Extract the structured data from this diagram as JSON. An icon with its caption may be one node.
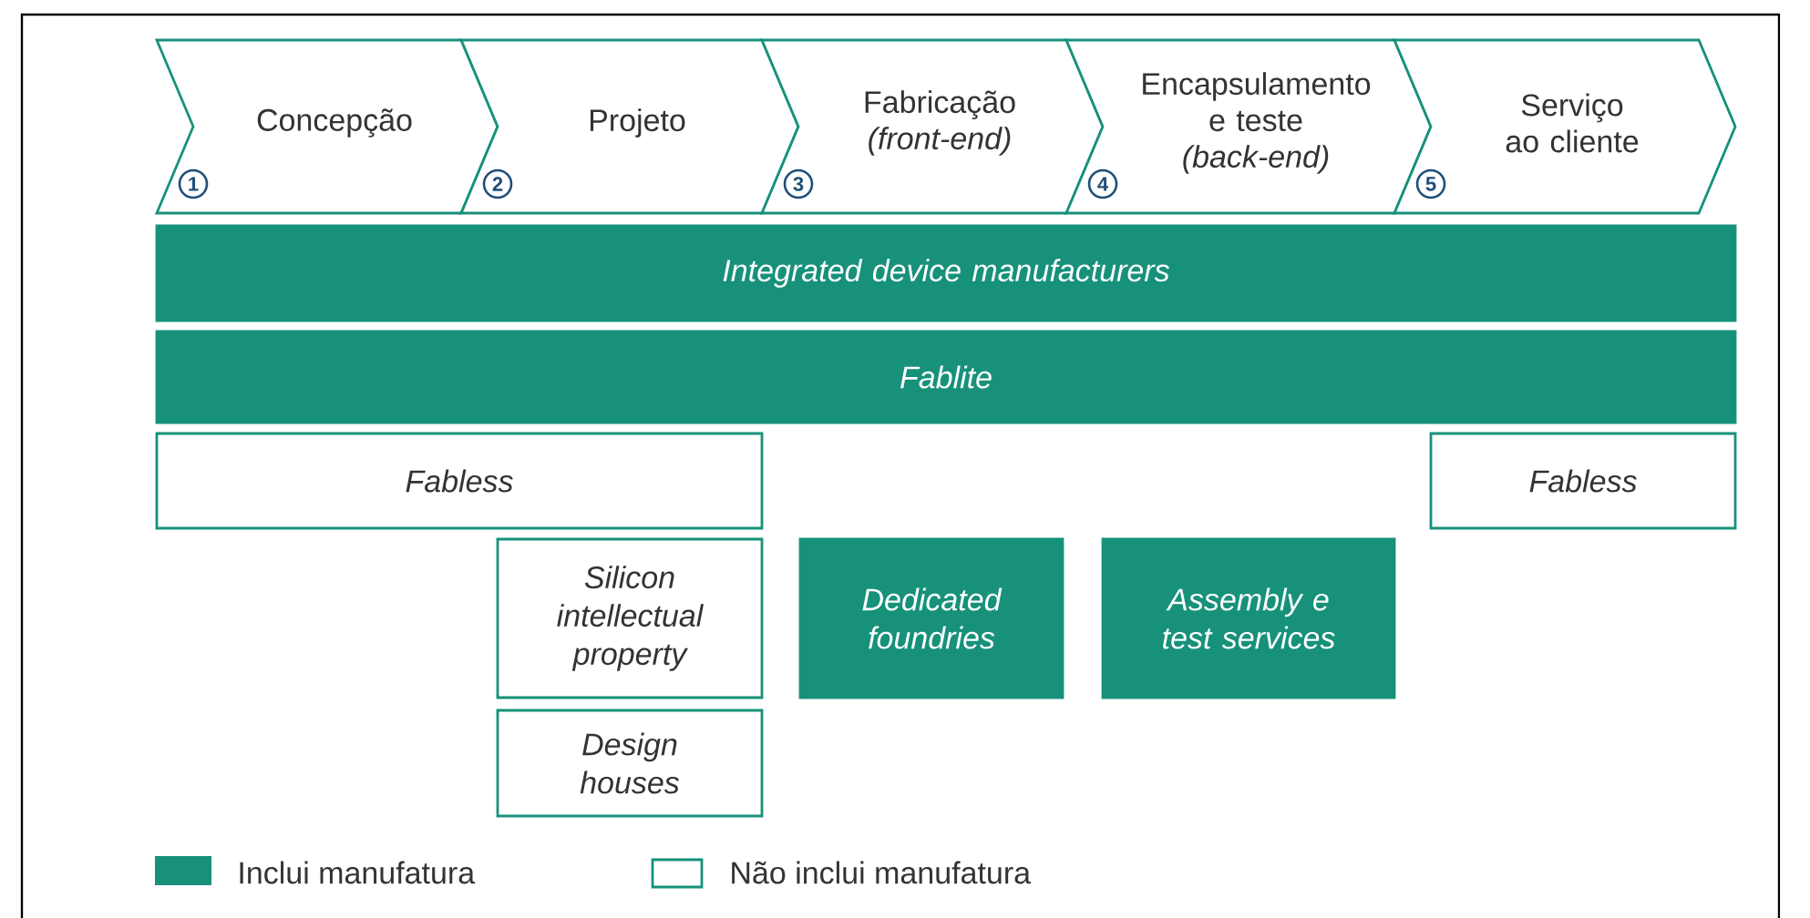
{
  "diagram": {
    "nodes": [
      {
        "text": [
          "Concepção",
          "1"
        ]
      },
      {
        "text": [
          "Projeto",
          "2"
        ]
      },
      {
        "text": [
          "Fabricação",
          "(front-end)",
          "3"
        ]
      },
      {
        "text": [
          "Encapsulamento e teste",
          "(back-end)",
          "4"
        ]
      },
      {
        "text": [
          "Serviço ao cliente",
          "5"
        ]
      },
      {
        "text": [
          "Integrated device manufacturers"
        ]
      },
      {
        "text": [
          "Fablite"
        ]
      },
      {
        "text": [
          "Fabless"
        ]
      },
      {
        "text": [
          "Fabless"
        ]
      },
      {
        "text": [
          "Silicon intellectual property"
        ]
      },
      {
        "text": [
          "Dedicated foundries"
        ]
      },
      {
        "text": [
          "Assembly e test services"
        ]
      },
      {
        "text": [
          "Design houses"
        ]
      }
    ],
    "legend": [
      {
        "text": "Inclui manufatura",
        "color": "#17917a"
      },
      {
        "text": "Não inclui manufatura"
      }
    ]
  }
}
